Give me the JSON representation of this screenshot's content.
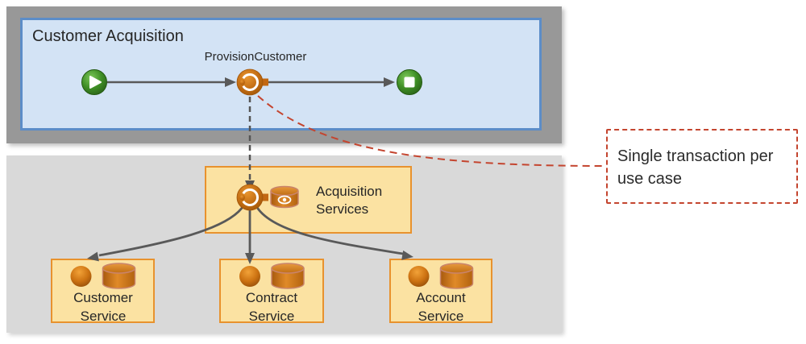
{
  "colors": {
    "frame_gray": "#989898",
    "panel_gray": "#D9D9D9",
    "process_fill": "#D3E3F5",
    "process_border": "#5C8DC8",
    "service_fill": "#FBE2A2",
    "service_border": "#E8922E",
    "connector_gray": "#595959",
    "callout_red": "#C4452F",
    "event_green": "#3C8A24",
    "node_orange": "#C96F12"
  },
  "process": {
    "title": "Customer Acquisition",
    "task_label": "ProvisionCustomer",
    "start_icon": "play-icon",
    "end_icon": "stop-icon"
  },
  "services": {
    "parent": {
      "label": "Acquisition Services",
      "icons": [
        "interface-ball-icon",
        "database-view-icon"
      ]
    },
    "children": [
      {
        "label": "Customer Service",
        "icons": [
          "component-sphere-icon",
          "database-icon"
        ]
      },
      {
        "label": "Contract Service",
        "icons": [
          "component-sphere-icon",
          "database-icon"
        ]
      },
      {
        "label": "Account Service",
        "icons": [
          "component-sphere-icon",
          "database-icon"
        ]
      }
    ]
  },
  "callout": {
    "text": "Single transaction per use case"
  }
}
